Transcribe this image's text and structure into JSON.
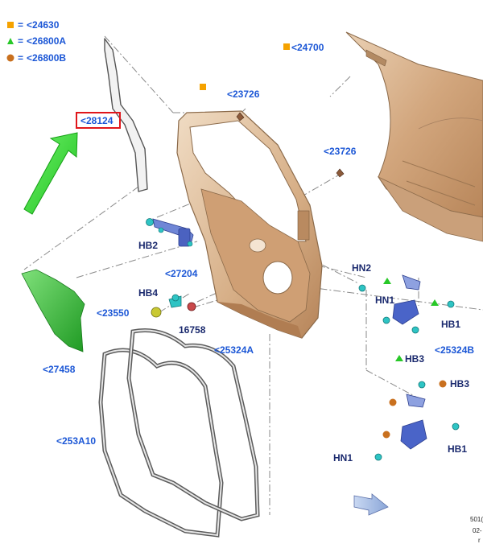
{
  "legend": [
    {
      "marker": "square",
      "color": "#f5a200",
      "code": "<24630"
    },
    {
      "marker": "triangle",
      "color": "#28c828",
      "code": "<26800A"
    },
    {
      "marker": "circle",
      "color": "#c9701e",
      "code": "<26800B"
    }
  ],
  "callouts": {
    "c24700": "<24700",
    "c23726a": "<23726",
    "c23726b": "<23726",
    "c28124": "<28124",
    "hb2": "HB2",
    "c27204": "<27204",
    "hb4": "HB4",
    "c23550": "<23550",
    "n16758": "16758",
    "hn2": "HN2",
    "hn1a": "HN1",
    "hb1a": "HB1",
    "hb3a": "HB3",
    "c25324b": "<25324B",
    "c27458": "<27458",
    "c25324a": "<25324A",
    "hb3b": "HB3",
    "c253a10": "<253A10",
    "hb1b": "HB1",
    "hn1b": "HN1"
  },
  "footer": {
    "line1": "501(",
    "line2": "02-",
    "line3": "r"
  },
  "colors": {
    "label": "#1c57d6",
    "highlight_box": "#e0161b",
    "arrow": "#2fd12f",
    "panel": "#d9b48f",
    "shield": "#33c433",
    "clip": "#2ec4c4",
    "hinge": "#4a64c8"
  }
}
